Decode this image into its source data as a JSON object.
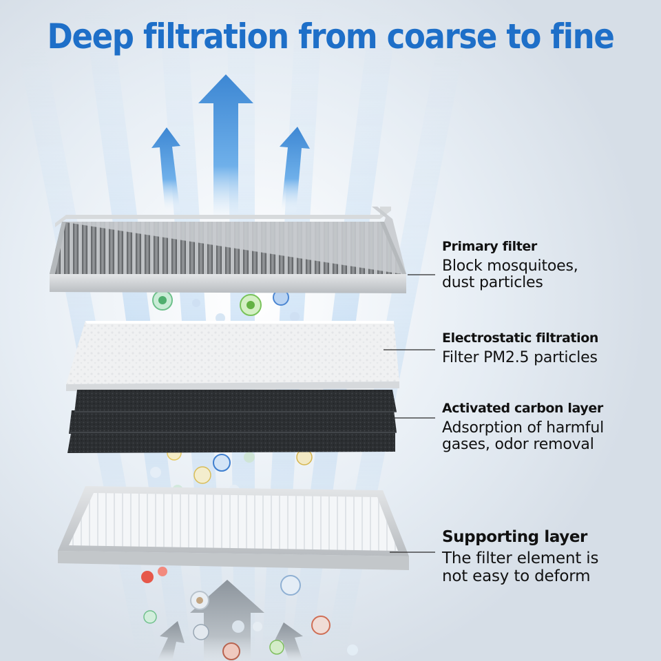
{
  "title": "Deep filtration from coarse to fine",
  "colors": {
    "title": "#1e6fc8",
    "arrow_blue": "#3f8fd8",
    "arrow_grey": "#9aa3ab",
    "carbon": "#2b2e31",
    "frame": "#c9ccd0"
  },
  "layers": [
    {
      "name": "Primary filter",
      "description_lines": [
        "Block mosquitoes,",
        "dust particles"
      ]
    },
    {
      "name": "Electrostatic filtration",
      "description_lines": [
        "Filter PM2.5 particles"
      ]
    },
    {
      "name": "Activated carbon layer",
      "description_lines": [
        "Adsorption of harmful",
        "gases, odor removal"
      ]
    },
    {
      "name": "Supporting layer",
      "description_lines": [
        "The filter element is",
        "not easy to deform"
      ]
    }
  ]
}
